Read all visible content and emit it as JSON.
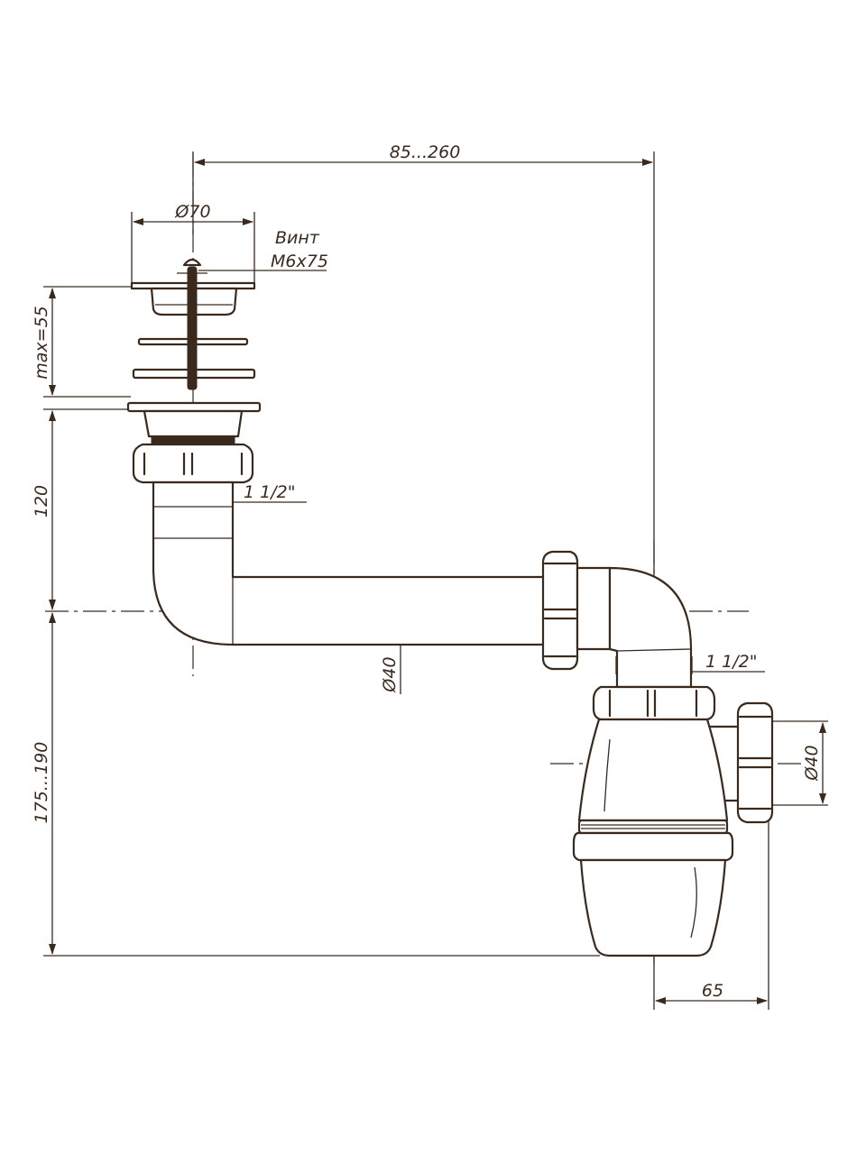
{
  "dimensions": {
    "overall_width": "85...260",
    "plate_diameter": "Ø70",
    "screw_label": "Винт",
    "screw_size": "M6x75",
    "max_thickness": "max=55",
    "drain_height": "120",
    "thread_upper": "1 1/2\"",
    "pipe_diameter": "Ø40",
    "thread_lower": "1 1/2\"",
    "trap_height": "175...190",
    "outlet_diameter": "Ø40",
    "trap_width": "65"
  },
  "colors": {
    "line": "#3a2a1e",
    "background": "#ffffff"
  }
}
